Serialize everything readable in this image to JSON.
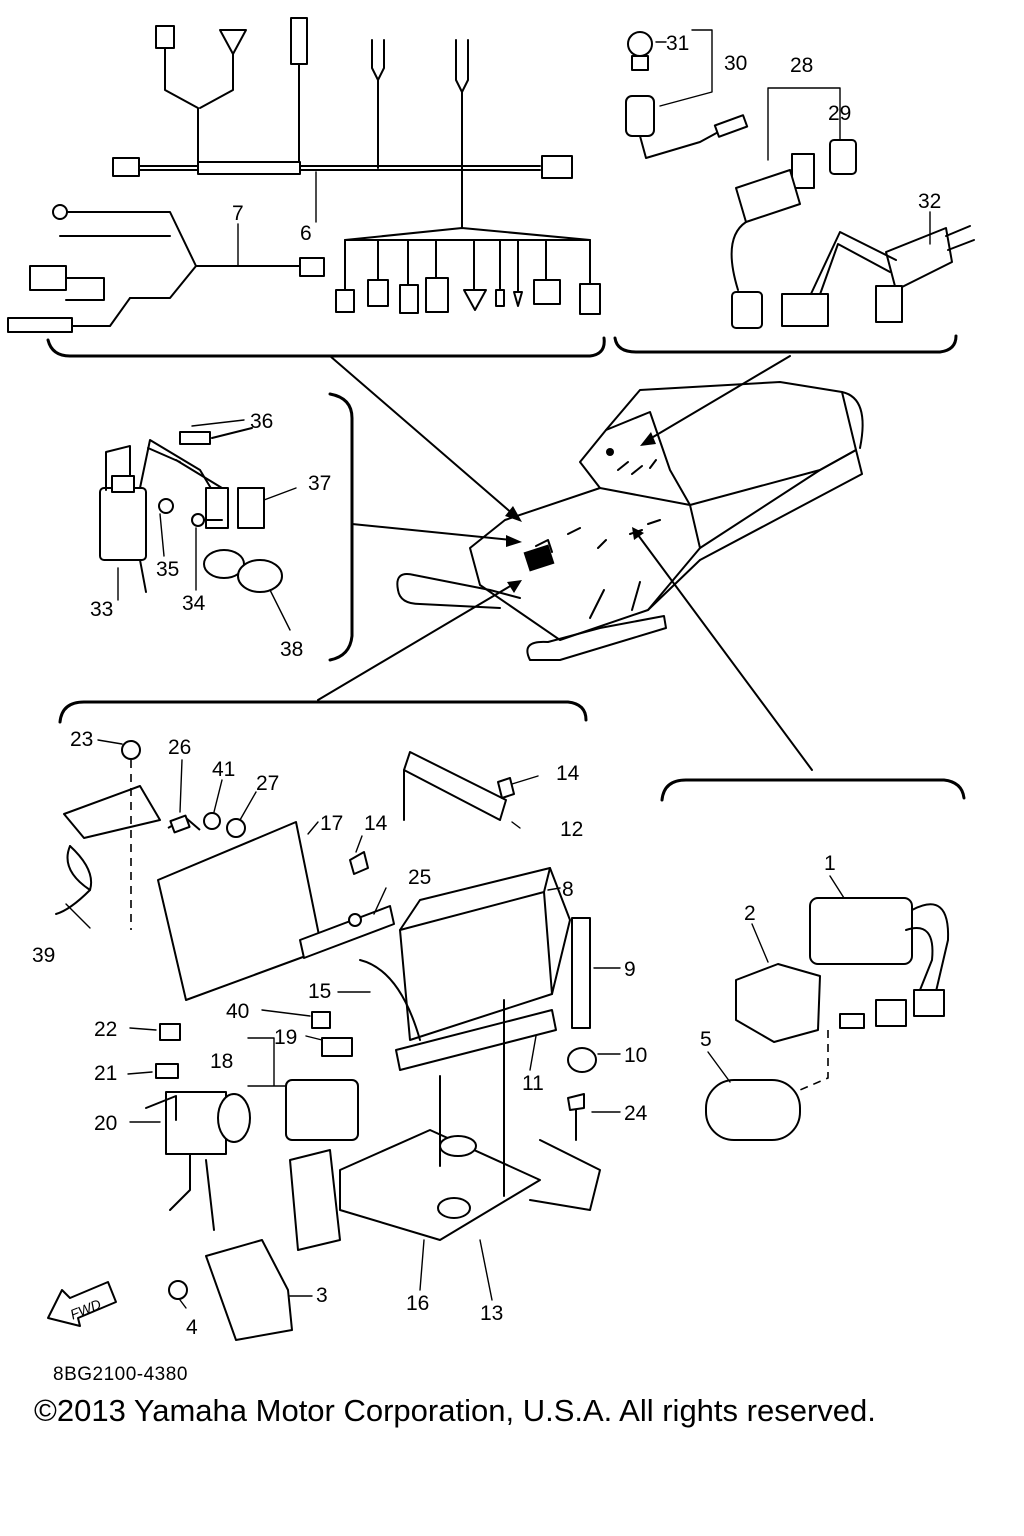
{
  "diagram": {
    "code": "8BG2100-4380",
    "copyright": "©2013 Yamaha Motor Corporation, U.S.A. All rights reserved.",
    "fwd_label": "FWD",
    "callouts": {
      "c1": "1",
      "c2": "2",
      "c3": "3",
      "c4": "4",
      "c5": "5",
      "c6": "6",
      "c7": "7",
      "c8": "8",
      "c9": "9",
      "c10": "10",
      "c11": "11",
      "c12": "12",
      "c13": "13",
      "c14a": "14",
      "c14b": "14",
      "c15": "15",
      "c16": "16",
      "c17": "17",
      "c18": "18",
      "c19": "19",
      "c20": "20",
      "c21": "21",
      "c22": "22",
      "c23": "23",
      "c24": "24",
      "c25": "25",
      "c26": "26",
      "c27": "27",
      "c28": "28",
      "c29": "29",
      "c30": "30",
      "c31": "31",
      "c32": "32",
      "c33": "33",
      "c34": "34",
      "c35": "35",
      "c36": "36",
      "c37": "37",
      "c38": "38",
      "c39": "39",
      "c40": "40",
      "c41": "41"
    }
  }
}
